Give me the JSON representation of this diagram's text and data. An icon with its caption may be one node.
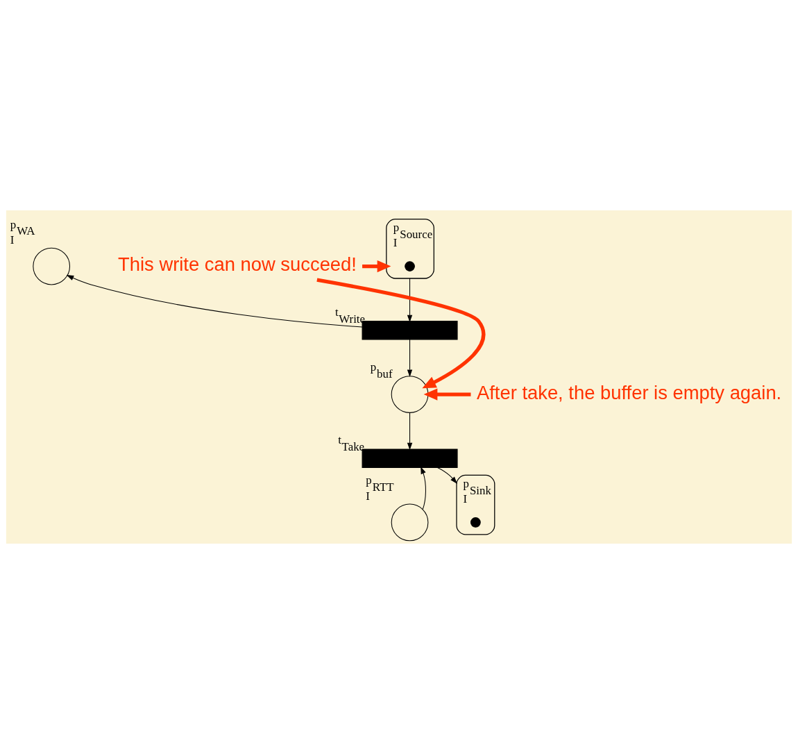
{
  "diagram": {
    "nodes": [
      {
        "text": [
          "p$_{WA}$"
        ],
        "beside": [
          "I"
        ]
      },
      {
        "text": [
          "p$_{Source}$"
        ],
        "beside": [
          "I"
        ]
      },
      {
        "text": [],
        "shape": "circle",
        "in": 1
      },
      {
        "text": [
          "t$_{Write}$"
        ]
      },
      {
        "text": [
          "p$_{buf}$"
        ]
      },
      {
        "text": [
          "t$_{Take}$"
        ]
      },
      {
        "text": [
          "p$_{RTT}$"
        ],
        "beside": [
          "I"
        ]
      },
      {
        "text": [
          "p$_{Sink}$"
        ],
        "beside": [
          "I"
        ]
      },
      {
        "text": [],
        "shape": "circle",
        "in": 7
      },
      {
        "text": [
          "This write can now succeed!"
        ]
      },
      {
        "text": [
          "After take, the buffer is empty again."
        ]
      }
    ],
    "edges": [
      {
        "from": 1,
        "to": 3,
        "arrow": "to"
      },
      {
        "from": 3,
        "to": 0,
        "arrow": "to"
      },
      {
        "from": 3,
        "to": 4,
        "arrow": "to"
      },
      {
        "from": 4,
        "to": 5,
        "arrow": "to"
      },
      {
        "from": 6,
        "to": 5,
        "arrow": "to"
      },
      {
        "from": 5,
        "to": 7,
        "arrow": "to"
      },
      {
        "from": 9,
        "to": 1,
        "arrow": "to",
        "style": "thick",
        "color": "#ff3300"
      },
      {
        "from": 9,
        "to": 4,
        "arrow": "to",
        "style": "thick",
        "color": "#ff3300"
      },
      {
        "from": 10,
        "to": 4,
        "arrow": "to",
        "style": "thick",
        "color": "#ff3300"
      }
    ]
  }
}
